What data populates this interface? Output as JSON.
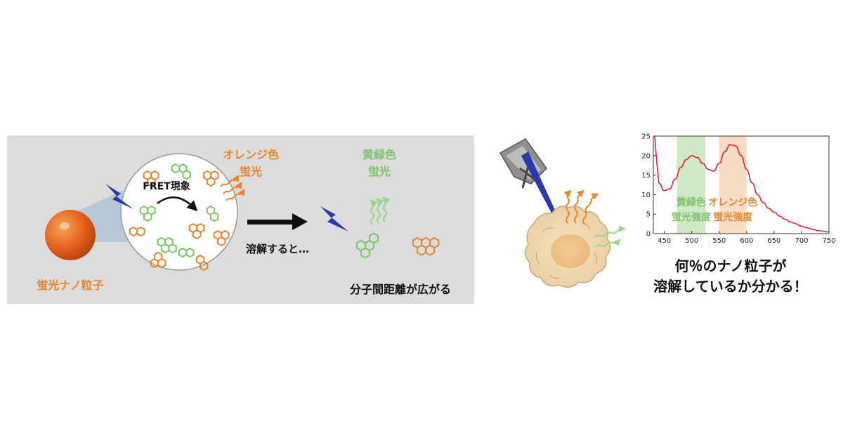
{
  "colors": {
    "orange": "#e8842a",
    "green": "#7cc36a",
    "blue": "#2a3aa8",
    "red": "#e3242b",
    "panel": "#dcdcdc",
    "green_band": "#cfe8c6",
    "orange_band": "#f8dcc3",
    "text_dark": "#222222"
  },
  "left_panel": {
    "fret_label": "FRET現象",
    "orange_emission_line1": "オレンジ色",
    "orange_emission_line2": "蛍光",
    "green_emission_line1": "黄緑色",
    "green_emission_line2": "蛍光",
    "dissolve_label": "溶解すると…",
    "nanoparticle_label": "蛍光ナノ粒子",
    "distance_label": "分子間距離が広がる"
  },
  "right_panel": {
    "caption_line1": "何％のナノ粒子が",
    "caption_line2": "溶解しているか分かる！"
  },
  "chart_data": {
    "type": "line",
    "x": [
      440,
      450,
      460,
      470,
      480,
      490,
      500,
      510,
      520,
      530,
      540,
      550,
      560,
      570,
      580,
      590,
      600,
      610,
      620,
      630,
      640,
      650,
      660,
      670,
      680,
      690,
      700,
      710,
      720,
      730,
      740,
      750
    ],
    "series": [
      {
        "values": [
          13,
          11,
          11.5,
          14,
          17,
          19,
          20,
          19.5,
          18,
          16.5,
          16,
          18,
          21,
          22.8,
          22.5,
          20,
          16.5,
          13,
          10,
          8,
          6.5,
          5.5,
          4.5,
          3.7,
          3,
          2.5,
          1.9,
          1.5,
          1.1,
          0.8,
          0.6,
          0.4
        ]
      }
    ],
    "xlim": [
      430,
      750
    ],
    "ylim": [
      0,
      25
    ],
    "xticks": [
      450,
      500,
      550,
      600,
      650,
      700,
      750
    ],
    "yticks": [
      0,
      5,
      10,
      15,
      20,
      25
    ],
    "xlabel": "",
    "ylabel": "",
    "bands": [
      {
        "x0": 473,
        "x1": 525,
        "color_key": "green_band",
        "line1": "黄緑色",
        "line2": "蛍光強度"
      },
      {
        "x0": 550,
        "x1": 600,
        "color_key": "orange_band",
        "line1": "オレンジ色",
        "line2": "蛍光強度"
      }
    ]
  }
}
